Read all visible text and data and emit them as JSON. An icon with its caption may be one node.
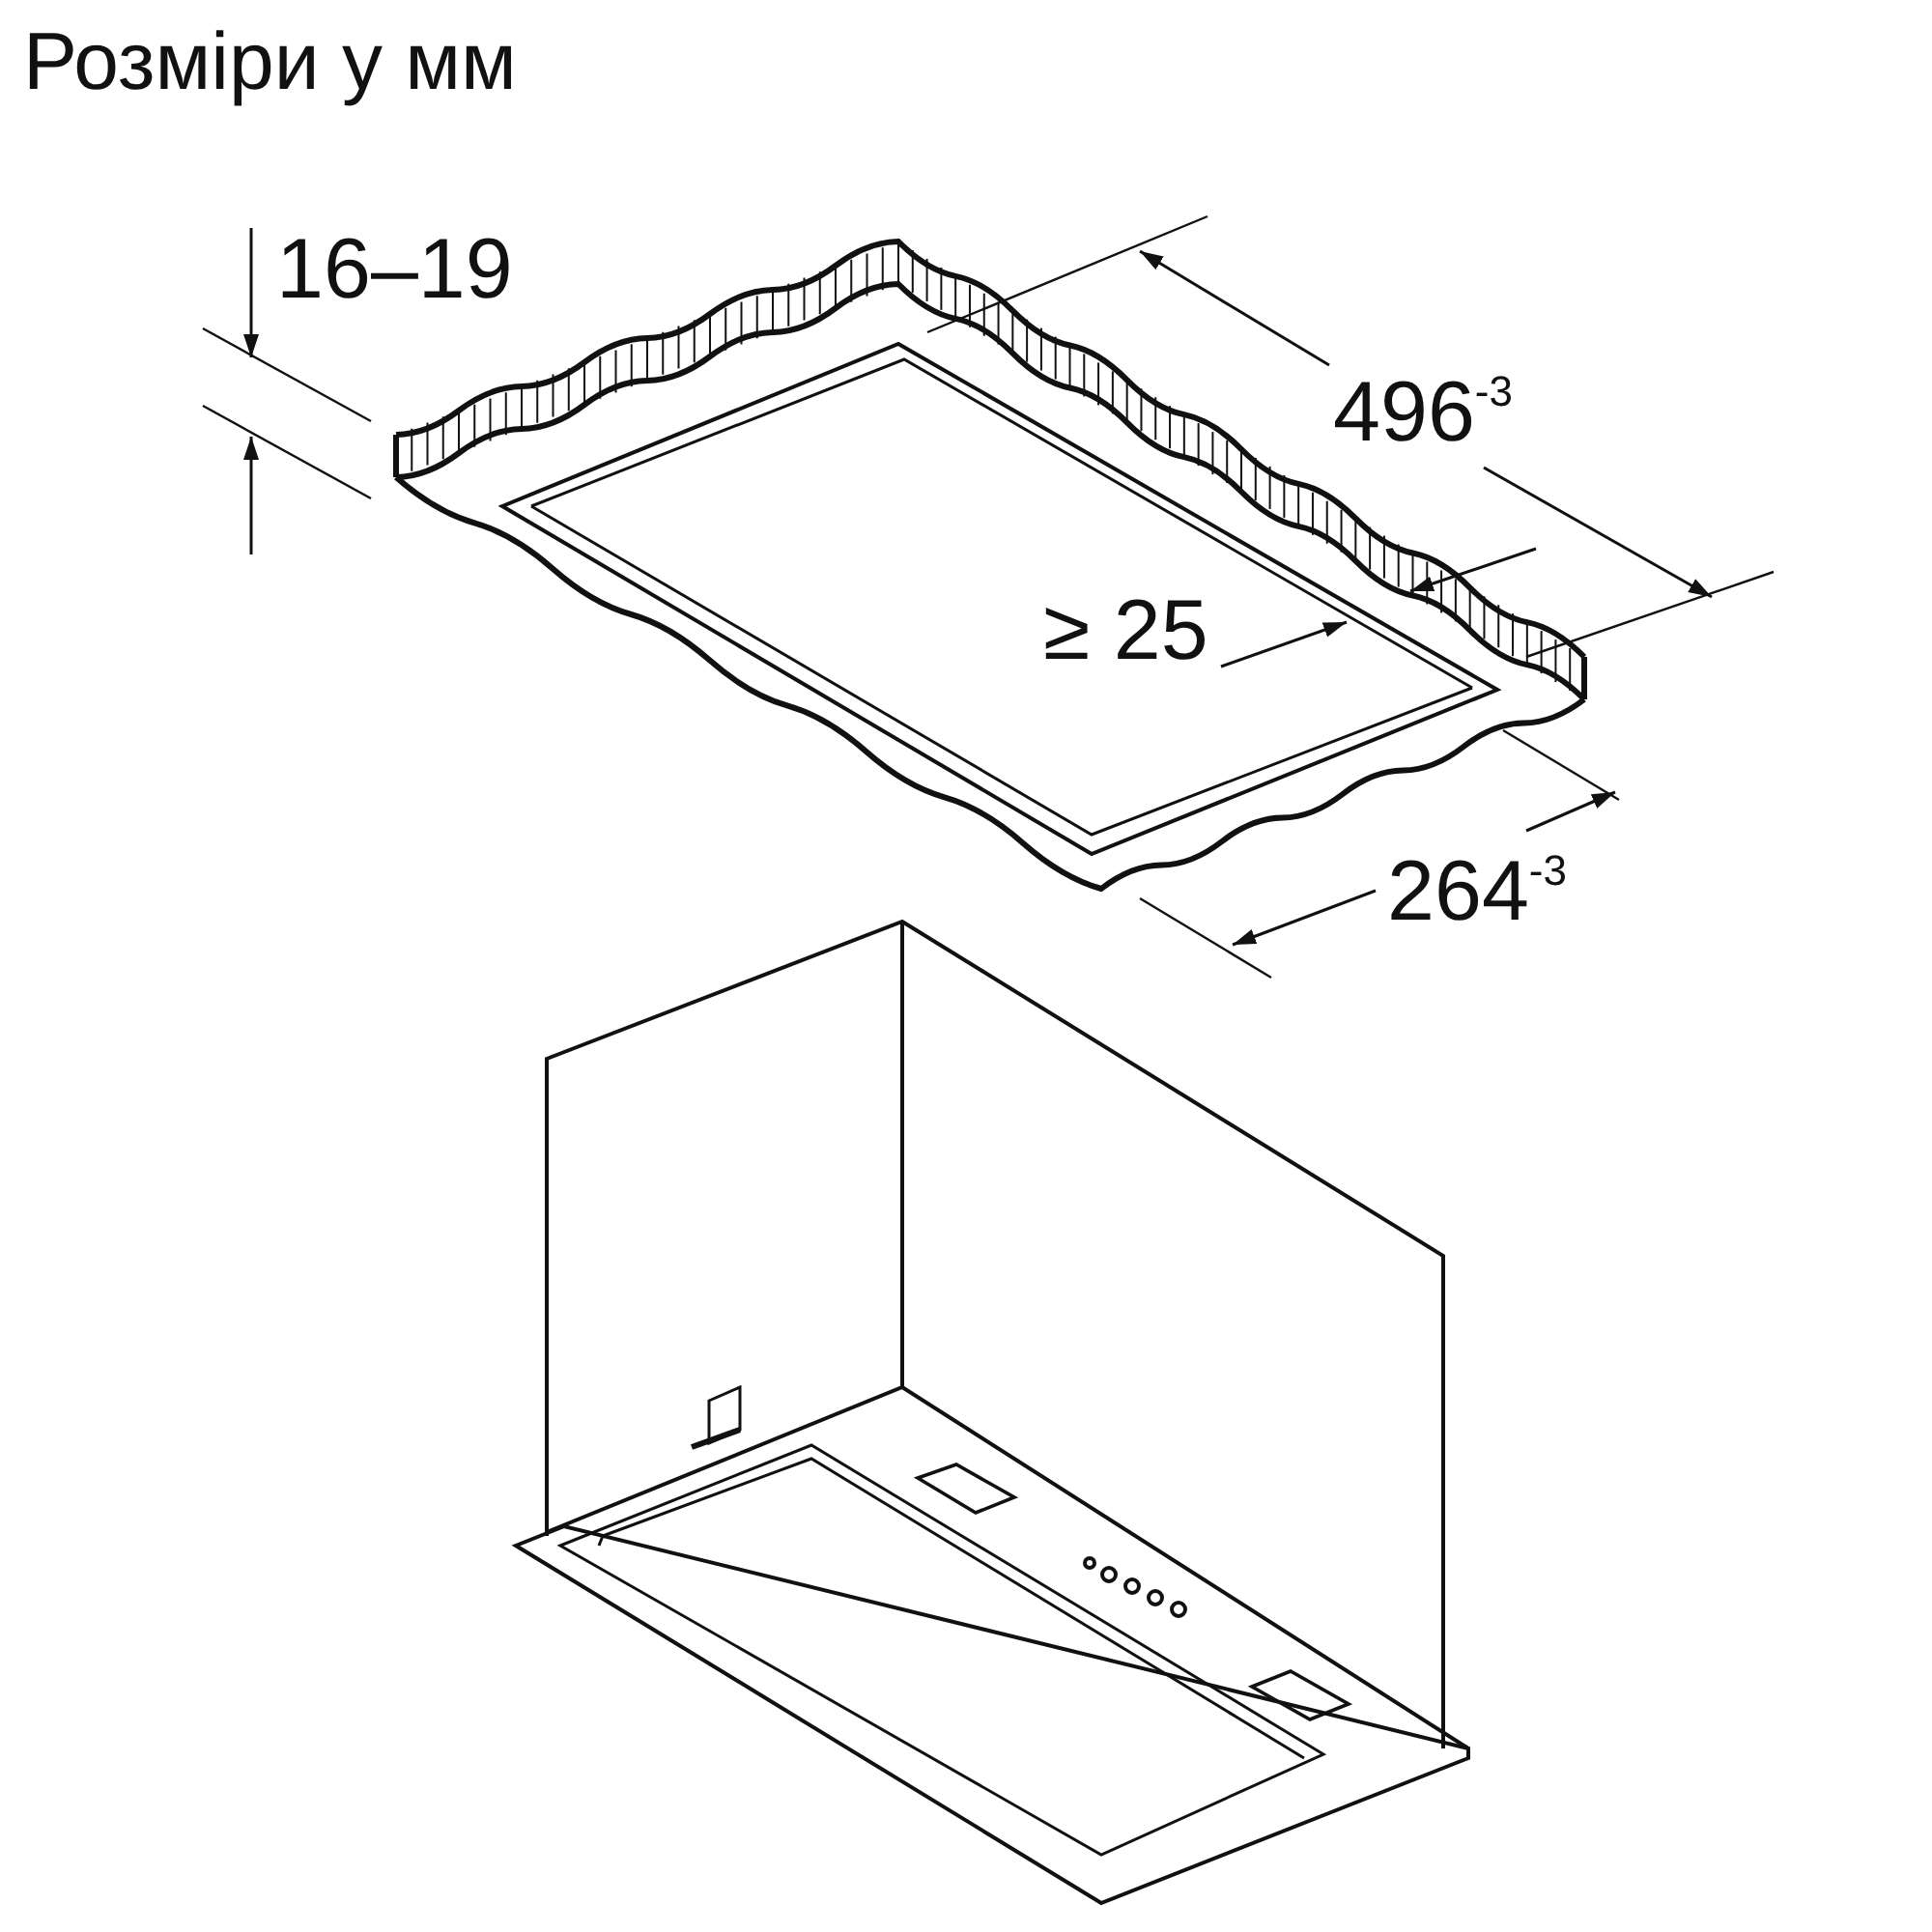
{
  "diagram": {
    "title": "Розміри у мм",
    "labels": [
      "16–19",
      "496$^{-3}$",
      "≥ 25",
      "264$^{-3}$"
    ]
  }
}
